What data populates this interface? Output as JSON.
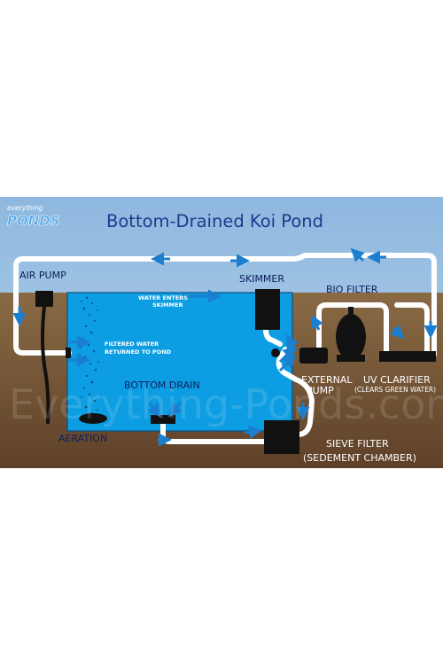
{
  "title": "Bottom-Drained Koi Pond",
  "logo": {
    "top": "everything",
    "bottom": "PONDS"
  },
  "watermark": "Everything-Ponds.com",
  "labels": {
    "air_pump": "AIR PUMP",
    "skimmer": "SKIMMER",
    "water_enters_line1": "WATER ENTERS",
    "water_enters_line2": "SKIMMER",
    "filtered_line1": "FILTERED WATER",
    "filtered_line2": "RETURNED TO POND",
    "bottom_drain": "BOTTOM DRAIN",
    "aeration": "AERATION",
    "bio_filter": "BIO FILTER",
    "external_pump_line1": "EXTERNAL",
    "external_pump_line2": "PUMP",
    "uv_clarifier_line1": "UV CLARIFIER",
    "uv_clarifier_line2": "(CLEARS GREEN WATER)",
    "sieve_filter_line1": "SIEVE FILTER",
    "sieve_filter_line2": "(SEDEMENT CHAMBER)"
  },
  "colors": {
    "sky": "#9fc3e3",
    "water": "#0d9de2",
    "ground": "#7a5a38",
    "pipe": "#ffffff",
    "flow_arrow": "#1b7fcf",
    "equipment": "#111111",
    "title": "#1f3a8f"
  }
}
